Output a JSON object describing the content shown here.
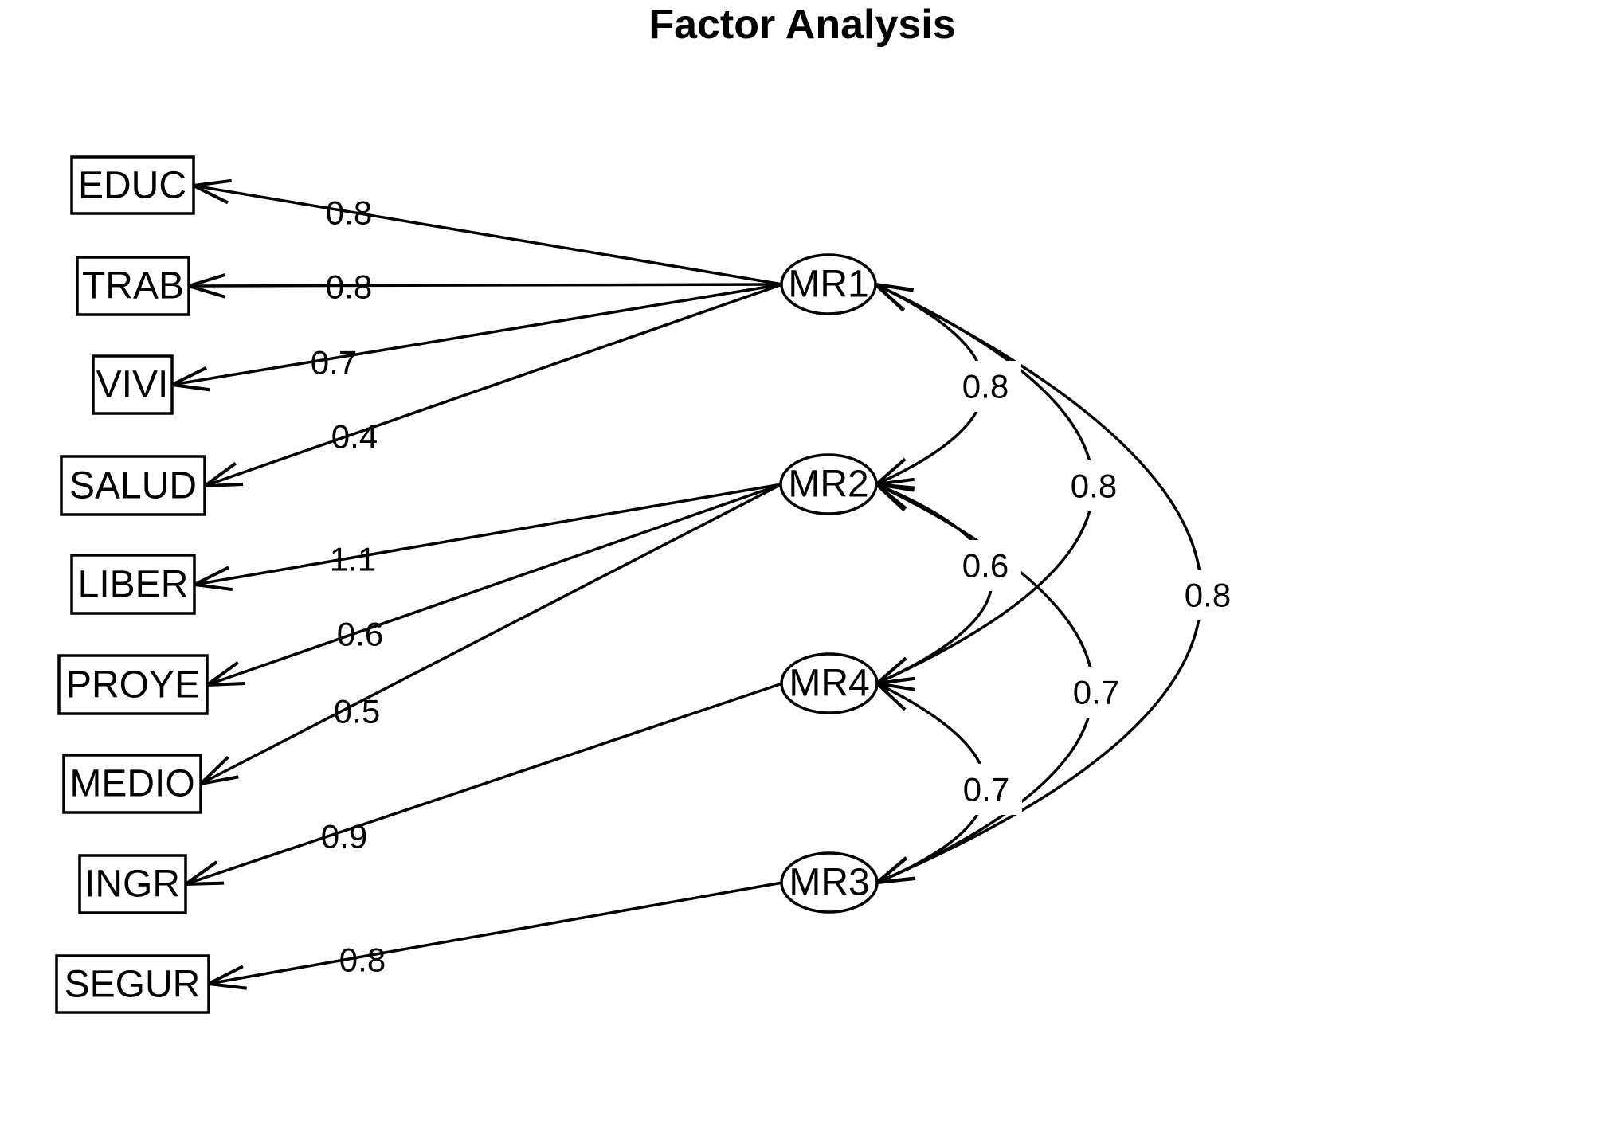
{
  "title": "Factor Analysis",
  "colors": {
    "foreground": "#000000",
    "background": "#ffffff"
  },
  "diagram": {
    "type": "factor-analysis-path-diagram",
    "factors": [
      {
        "label": "MR1"
      },
      {
        "label": "MR2"
      },
      {
        "label": "MR4"
      },
      {
        "label": "MR3"
      }
    ],
    "variables": [
      {
        "label": "EDUC"
      },
      {
        "label": "TRAB"
      },
      {
        "label": "VIVI"
      },
      {
        "label": "SALUD"
      },
      {
        "label": "LIBER"
      },
      {
        "label": "PROYE"
      },
      {
        "label": "MEDIO"
      },
      {
        "label": "INGR"
      },
      {
        "label": "SEGUR"
      }
    ],
    "loadings": [
      {
        "factor": "MR1",
        "variable": "EDUC",
        "value": "0.8"
      },
      {
        "factor": "MR1",
        "variable": "TRAB",
        "value": "0.8"
      },
      {
        "factor": "MR1",
        "variable": "VIVI",
        "value": "0.7"
      },
      {
        "factor": "MR1",
        "variable": "SALUD",
        "value": "0.4"
      },
      {
        "factor": "MR2",
        "variable": "LIBER",
        "value": "1.1"
      },
      {
        "factor": "MR2",
        "variable": "PROYE",
        "value": "0.6"
      },
      {
        "factor": "MR2",
        "variable": "MEDIO",
        "value": "0.5"
      },
      {
        "factor": "MR4",
        "variable": "INGR",
        "value": "0.9"
      },
      {
        "factor": "MR3",
        "variable": "SEGUR",
        "value": "0.8"
      }
    ],
    "correlations": [
      {
        "between": "MR1-MR2",
        "value": "0.8"
      },
      {
        "between": "MR2-MR4",
        "value": "0.6"
      },
      {
        "between": "MR4-MR3",
        "value": "0.7"
      },
      {
        "between": "MR1-MR4",
        "value": "0.8"
      },
      {
        "between": "MR2-MR3",
        "value": "0.7"
      },
      {
        "between": "MR1-MR3",
        "value": "0.8"
      }
    ]
  }
}
